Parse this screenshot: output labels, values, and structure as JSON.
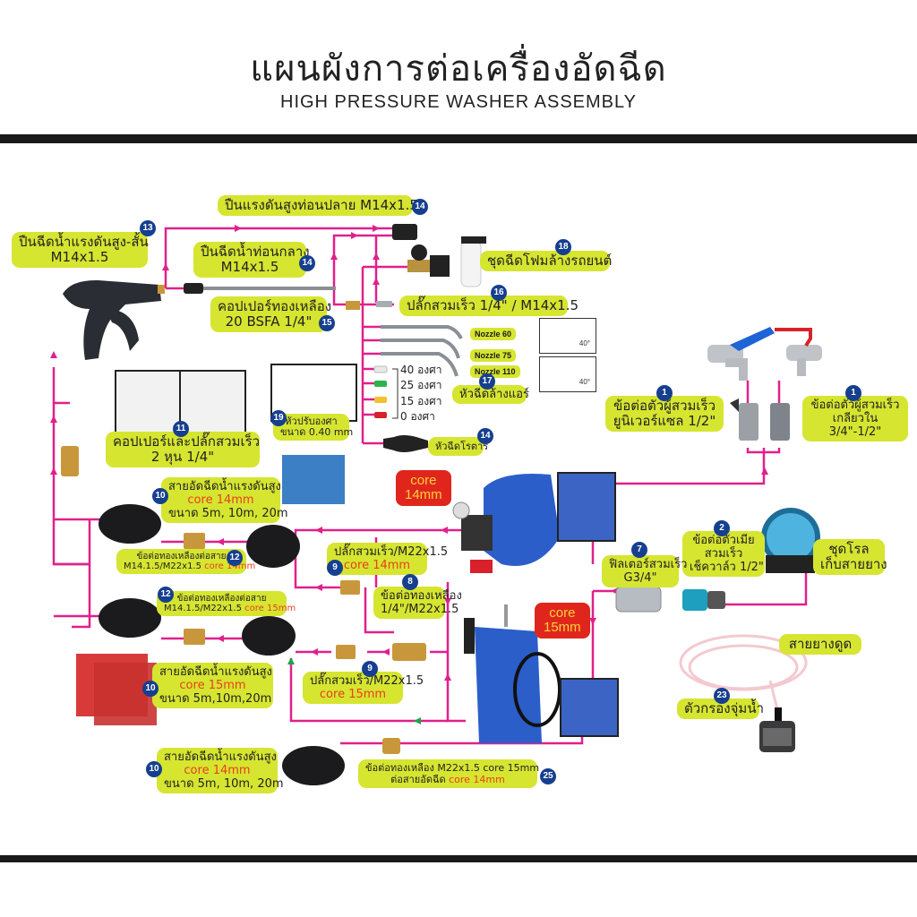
{
  "header": {
    "title": "แผนผังการต่อเครื่องอัดฉีด",
    "subtitle": "HIGH PRESSURE WASHER ASSEMBLY"
  },
  "colors": {
    "wire": "#e0208c",
    "label_bg": "#d6e530",
    "badge": "#163f8f",
    "core_text": "#e8401c",
    "callout_bg": "#e0261c",
    "callout_text": "#f9d23a",
    "green_arrow": "#1aa34a"
  },
  "labels": {
    "gun_short": {
      "line1": "ปืนฉีดน้ำแรงดันสูง-สั้น",
      "line2": "M14x1.5",
      "num": "13"
    },
    "lance_end": {
      "line1": "ปืนแรงดันสูงท่อนปลาย M14x1.5",
      "num": "14"
    },
    "lance_mid": {
      "line1": "ปืนฉีดน้ำท่อนกลาง",
      "line2": "M14x1.5",
      "num": "14"
    },
    "brass_coupler": {
      "line1": "คอปเปอร์ทองเหลือง",
      "line2": "20 BSFA 1/4\"",
      "num": "15"
    },
    "foam": {
      "line1": "ชุดฉีดโฟมล้างรถยนต์",
      "num": "18"
    },
    "quick_plug": {
      "line1": "ปลั๊กสวมเร็ว 1/4\" / M14x1.5",
      "num": "16"
    },
    "nozzles": [
      {
        "label": "Nozzle 60"
      },
      {
        "label": "Nozzle 75"
      },
      {
        "label": "Nozzle 110"
      }
    ],
    "nozzle_angle": "40°",
    "aircon": {
      "line1": "หัวฉีดล้างแอร์",
      "num": "17"
    },
    "tips": [
      {
        "label": "40 องศา",
        "color": "#e8e8e8"
      },
      {
        "label": "25 องศา",
        "color": "#2bb34a"
      },
      {
        "label": "15 องศา",
        "color": "#f2c12e"
      },
      {
        "label": "0 องศา",
        "color": "#d8212a"
      }
    ],
    "angle_tip": {
      "line1": "หัวปรับองศา",
      "line2": "ขนาด 0.40 mm",
      "num": "19",
      "tip_size": "0.40 mm"
    },
    "rotary": {
      "line1": "หัวฉีดโรตารี่",
      "num": "14"
    },
    "coupler_plug": {
      "line1": "คอปเปอร์และปลั๊กสวมเร็ว",
      "line2": "2 หุน 1/4\"",
      "num": "11"
    },
    "hose14_top": {
      "line1": "สายอัดฉีดน้ำแรงดันสูง",
      "core": "core 14mm",
      "line3": "ขนาด 5m, 10m, 20m",
      "num": "10"
    },
    "brass_hose14": {
      "line1": "ข้อต่อทองเหลืองต่อสาย",
      "line2": "M14.1.5/M22x1.5",
      "core": "core 14mm",
      "num": "12"
    },
    "brass_hose15": {
      "line1": "ข้อต่อทองเหลืองต่อสาย",
      "line2": "M14.1.5/M22x1.5",
      "core": "core 15mm",
      "num": "12"
    },
    "hose15": {
      "line1": "สายอัดฉีดน้ำแรงดันสูง",
      "core": "core 15mm",
      "line3": "ขนาด 5m,10m,20m",
      "num": "10"
    },
    "hose14_bottom": {
      "line1": "สายอัดฉีดน้ำแรงดันสูง",
      "core": "core 14mm",
      "line3": "ขนาด 5m, 10m, 20m",
      "num": "10"
    },
    "plug14": {
      "line1": "ปลั๊กสวมเร็ว/M22x1.5",
      "core": "core 14mm",
      "num": "9"
    },
    "plug15": {
      "line1": "ปลั๊กสวมเร็ว/M22x1.5",
      "core": "core 15mm",
      "num": "9"
    },
    "brass_quarter": {
      "line1": "ข้อต่อทองเหลือง",
      "line2": "1/4\"/M22x1.5",
      "num": "8"
    },
    "brass_m22": {
      "line1": "ข้อต่อทองเหลือง M22x1.5 core 15mm",
      "line2": "ต่อสายอัดฉีด",
      "core": "core 14mm",
      "num": "25"
    },
    "callout14": {
      "line1": "core",
      "line2": "14mm"
    },
    "callout15": {
      "line1": "core",
      "line2": "15mm"
    },
    "male_universal": {
      "line1": "ข้อต่อตัวผู้สวมเร็ว",
      "line2": "ยูนิเวอร์แซล 1/2\"",
      "num": "1"
    },
    "male_thread": {
      "line1": "ข้อต่อตัวผู้สวมเร็ว",
      "line2": "เกลียวใน",
      "line3": "3/4\"-1/2\"",
      "num": "1"
    },
    "female_valve": {
      "line1": "ข้อต่อตัวเมีย",
      "line2": "สวมเร็ว",
      "line3": "เช็ควาล์ว 1/2\"",
      "num": "2"
    },
    "filter": {
      "line1": "ฟิลเตอร์สวมเร็ว",
      "line2": "G3/4\"",
      "num": "7"
    },
    "reel": {
      "line1": "ชุดโรล",
      "line2": "เก็บสายยาง"
    },
    "suction_hose": {
      "line1": "สายยางดูด"
    },
    "strainer": {
      "line1": "ตัวกรองจุ่มน้ำ",
      "num": "23"
    }
  }
}
